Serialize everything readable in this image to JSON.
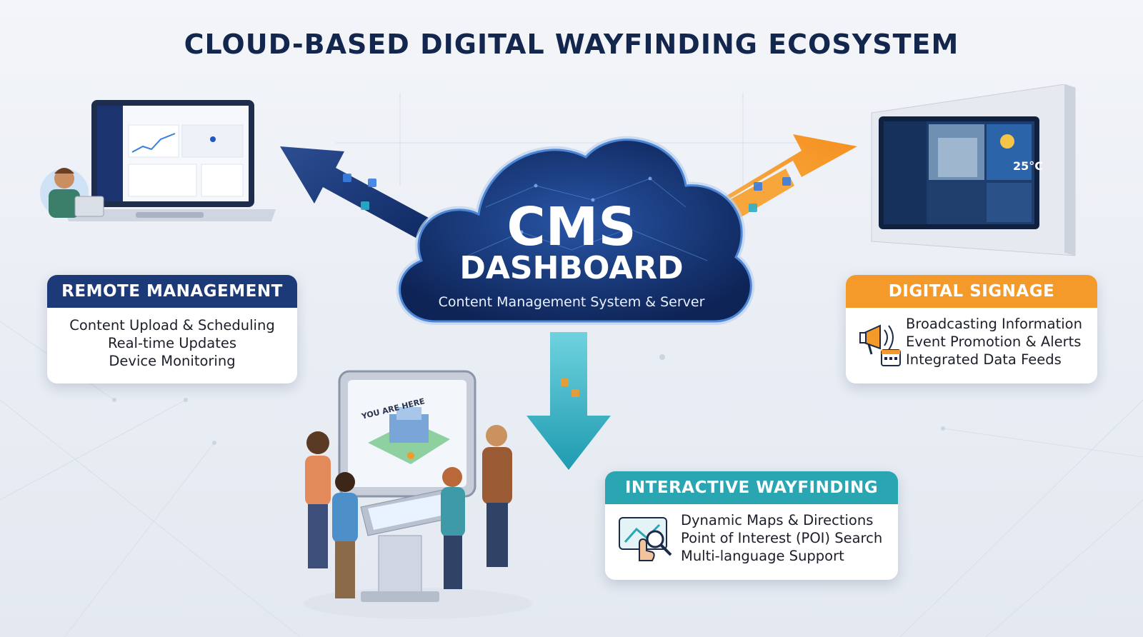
{
  "title": "CLOUD-BASED DIGITAL WAYFINDING ECOSYSTEM",
  "center": {
    "title": "CMS",
    "subtitle": "DASHBOARD",
    "description": "Content Management System & Server"
  },
  "cards": {
    "remote": {
      "heading": "REMOTE MANAGEMENT",
      "lines": [
        "Content Upload & Scheduling",
        "Real-time Updates",
        "Device Monitoring"
      ],
      "color": "#1d3a78"
    },
    "signage": {
      "heading": "DIGITAL SIGNAGE",
      "lines": [
        "Broadcasting Information",
        "Event Promotion & Alerts",
        "Integrated Data Feeds"
      ],
      "icons": [
        "megaphone-icon",
        "calendar-icon"
      ],
      "color": "#f39a2a"
    },
    "wayfinding": {
      "heading": "INTERACTIVE WAYFINDING",
      "lines": [
        "Dynamic Maps & Directions",
        "Point of Interest (POI) Search",
        "Multi-language Support"
      ],
      "icons": [
        "touch-screen-search-icon"
      ],
      "color": "#2aa6b3"
    }
  },
  "illustrations": {
    "kiosk_label": "YOU ARE HERE",
    "signage_temperature": "25°C"
  },
  "colors": {
    "navy": "#13264d",
    "cloud": "#142f6b",
    "orange": "#f39a2a",
    "teal": "#2aa6b3"
  }
}
